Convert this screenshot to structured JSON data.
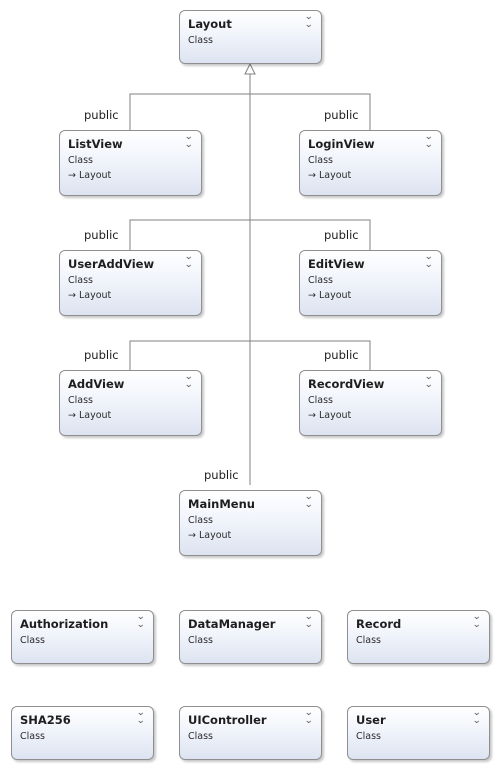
{
  "classes": {
    "layout": {
      "name": "Layout",
      "kind": "Class"
    },
    "listview": {
      "name": "ListView",
      "kind": "Class",
      "base": "Layout"
    },
    "loginview": {
      "name": "LoginView",
      "kind": "Class",
      "base": "Layout"
    },
    "useraddview": {
      "name": "UserAddView",
      "kind": "Class",
      "base": "Layout"
    },
    "editview": {
      "name": "EditView",
      "kind": "Class",
      "base": "Layout"
    },
    "addview": {
      "name": "AddView",
      "kind": "Class",
      "base": "Layout"
    },
    "recordview": {
      "name": "RecordView",
      "kind": "Class",
      "base": "Layout"
    },
    "mainmenu": {
      "name": "MainMenu",
      "kind": "Class",
      "base": "Layout"
    },
    "authorization": {
      "name": "Authorization",
      "kind": "Class"
    },
    "datamanager": {
      "name": "DataManager",
      "kind": "Class"
    },
    "record": {
      "name": "Record",
      "kind": "Class"
    },
    "sha256": {
      "name": "SHA256",
      "kind": "Class"
    },
    "uicontroller": {
      "name": "UIController",
      "kind": "Class"
    },
    "user": {
      "name": "User",
      "kind": "Class"
    }
  },
  "inheritance_labels": {
    "listview": "public",
    "loginview": "public",
    "useraddview": "public",
    "editview": "public",
    "addview": "public",
    "recordview": "public",
    "mainmenu": "public"
  },
  "icons": {
    "collapse": "double-chevron-down-icon",
    "inherits": "inherits-arrow-icon"
  },
  "colors": {
    "shape_top": "#ffffff",
    "shape_bottom": "#dde3f1",
    "border": "#8f8f8f",
    "line": "#808080"
  }
}
